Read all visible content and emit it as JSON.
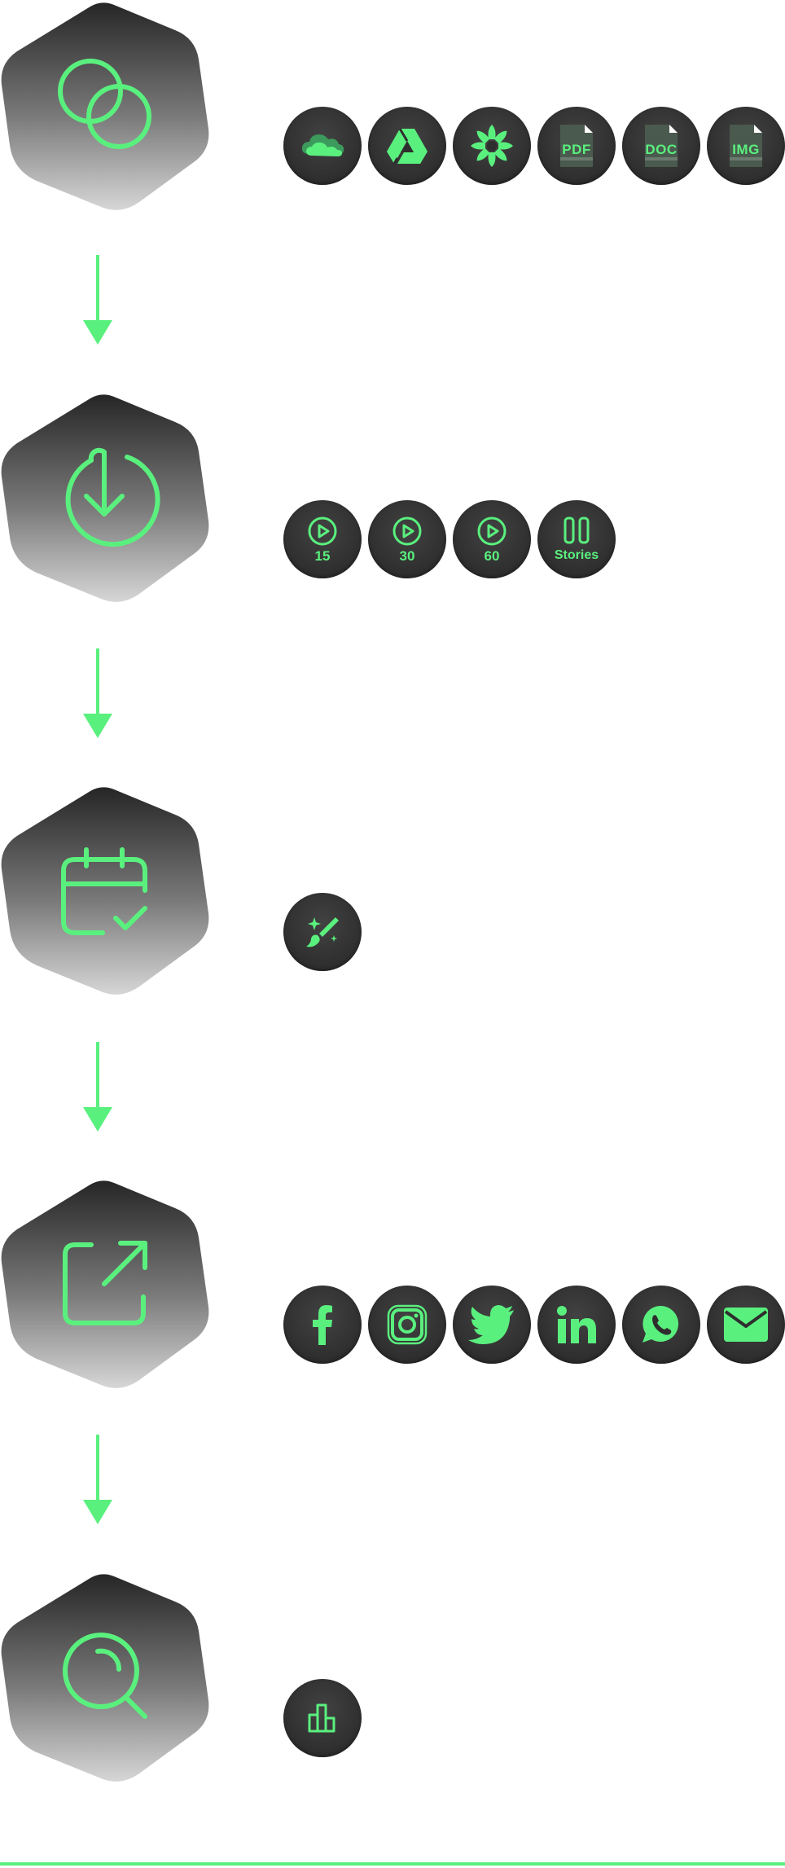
{
  "colors": {
    "accent": "#5af07e",
    "circle": "#2e2e2e",
    "hex_top": "#2a2a2a",
    "hex_bottom": "#d2d2d2"
  },
  "steps": [
    {
      "icon": "overlapping-circles-icon",
      "integrations": [
        {
          "icon": "onedrive-icon"
        },
        {
          "icon": "google-drive-icon"
        },
        {
          "icon": "flower-logo-icon"
        },
        {
          "icon": "pdf-file-icon",
          "label": "PDF"
        },
        {
          "icon": "doc-file-icon",
          "label": "DOC"
        },
        {
          "icon": "img-file-icon",
          "label": "IMG"
        }
      ]
    },
    {
      "icon": "download-circle-icon",
      "integrations": [
        {
          "icon": "play-circle-icon",
          "label": "15"
        },
        {
          "icon": "play-circle-icon",
          "label": "30"
        },
        {
          "icon": "play-circle-icon",
          "label": "60"
        },
        {
          "icon": "stories-icon",
          "label": "Stories"
        }
      ]
    },
    {
      "icon": "calendar-check-icon",
      "integrations": [
        {
          "icon": "magic-brush-icon"
        }
      ]
    },
    {
      "icon": "share-external-icon",
      "integrations": [
        {
          "icon": "facebook-icon"
        },
        {
          "icon": "instagram-icon"
        },
        {
          "icon": "twitter-icon"
        },
        {
          "icon": "linkedin-icon"
        },
        {
          "icon": "whatsapp-icon"
        },
        {
          "icon": "email-icon"
        }
      ]
    },
    {
      "icon": "search-icon",
      "integrations": [
        {
          "icon": "bar-chart-icon"
        }
      ]
    }
  ]
}
